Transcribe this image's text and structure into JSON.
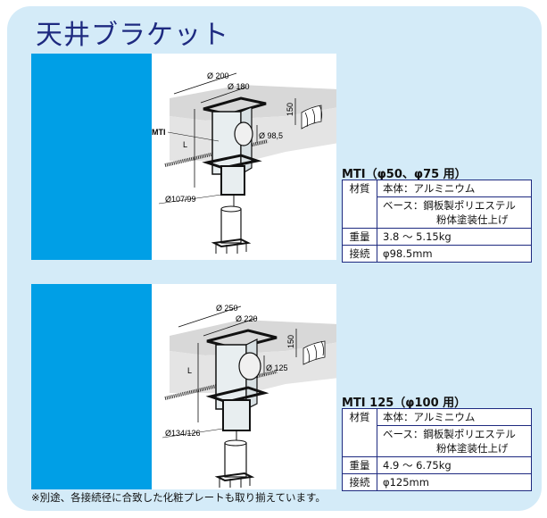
{
  "page": {
    "title": "天井ブラケット",
    "colors": {
      "background": "#d4ebf8",
      "accent_blue": "#009fe6",
      "table_border": "#1e2a80",
      "title": "#1e2a80"
    }
  },
  "products": [
    {
      "name": "MTI（φ50、φ75 用）",
      "diagram": {
        "label_model": "MTI",
        "dim_outer": "Ø 200",
        "dim_inner": "Ø 180",
        "dim_height": "150",
        "dim_connection": "Ø 98,5",
        "dim_length": "L",
        "dim_square": "Ø107/99"
      },
      "spec": {
        "material_label": "材質",
        "material_body": "本体：アルミニウム",
        "material_base_1": "ベース：鋼板製ポリエステル",
        "material_base_2": "粉体塗装仕上げ",
        "weight_label": "重量",
        "weight_value": "3.8 ～ 5.15kg",
        "connection_label": "接続",
        "connection_value": "φ98.5mm"
      }
    },
    {
      "name": "MTI 125（φ100 用）",
      "diagram": {
        "label_model": "",
        "dim_outer": "Ø 250",
        "dim_inner": "Ø 220",
        "dim_height": "150",
        "dim_connection": "Ø 125",
        "dim_length": "L",
        "dim_square": "Ø134/126"
      },
      "spec": {
        "material_label": "材質",
        "material_body": "本体：アルミニウム",
        "material_base_1": "ベース：鋼板製ポリエステル",
        "material_base_2": "粉体塗装仕上げ",
        "weight_label": "重量",
        "weight_value": "4.9 ～ 6.75kg",
        "connection_label": "接続",
        "connection_value": "φ125mm"
      }
    }
  ],
  "footnote": "※別途、各接続径に合致した化粧プレートも取り揃えています。"
}
